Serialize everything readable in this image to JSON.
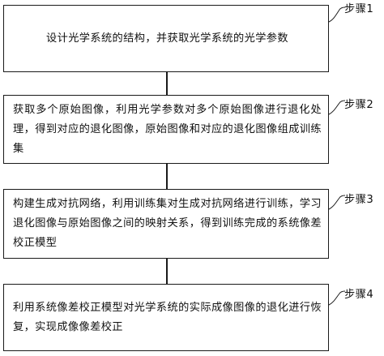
{
  "steps": [
    {
      "label": "步骤1",
      "text": "设计光学系统的结构，并获取光学系统的光学参数"
    },
    {
      "label": "步骤2",
      "text": "获取多个原始图像，利用光学参数对多个原始图像进行退化处理，得到对应的退化图像，原始图像和对应的退化图像组成训练集"
    },
    {
      "label": "步骤3",
      "text": "构建生成对抗网络，利用训练集对生成对抗网络进行训练，学习退化图像与原始图像之间的映射关系，得到训练完成的系统像差校正模型"
    },
    {
      "label": "步骤4",
      "text": "利用系统像差校正模型对光学系统的实际成像图像的退化进行恢复，实现成像像差校正"
    }
  ],
  "colors": {
    "stroke": "#1a1a1a",
    "text": "#111111",
    "background": "#ffffff"
  }
}
